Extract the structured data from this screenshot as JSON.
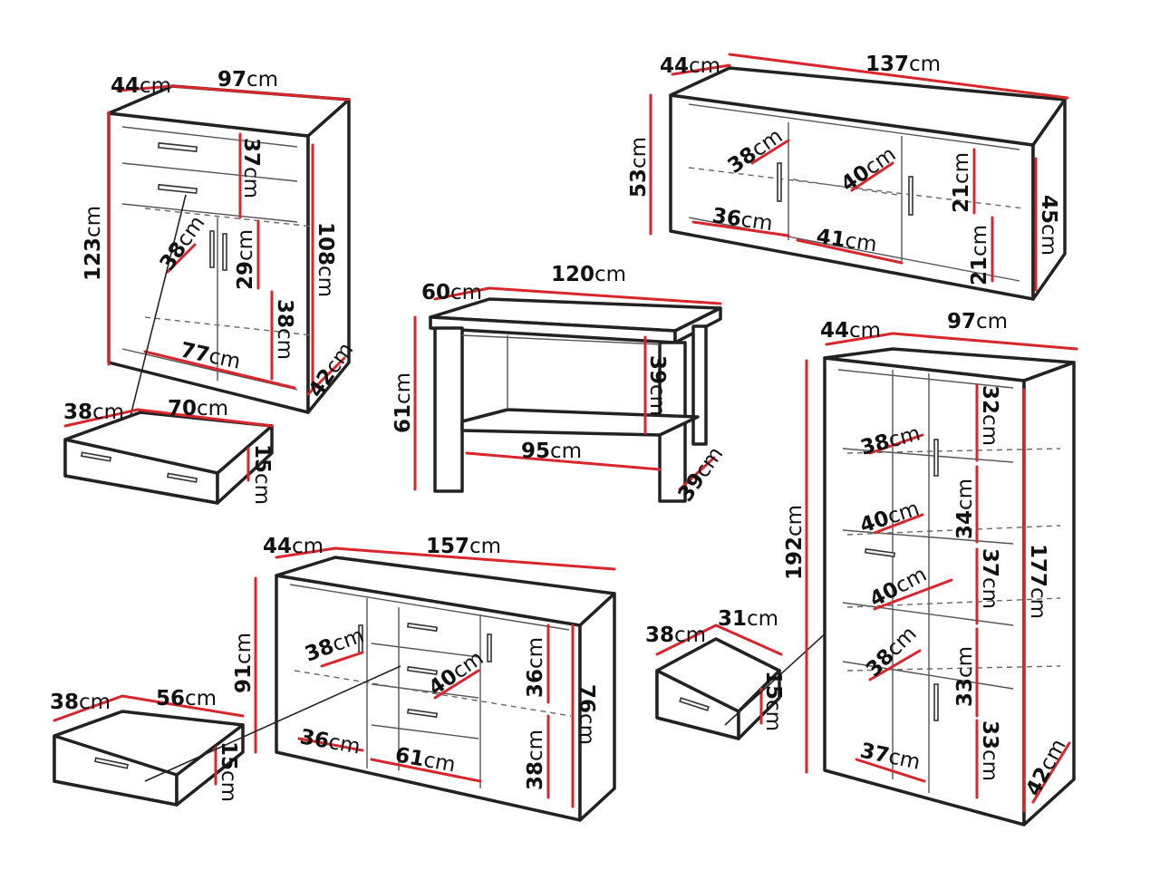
{
  "units": "cm",
  "chest_of_drawers": {
    "depth": "44",
    "width": "97",
    "height": "123",
    "inner_height": "108",
    "drawer_zone_height": "37",
    "door_upper_height": "29",
    "door_lower_height": "38",
    "shelf_depth": "38",
    "inner_width": "77",
    "plinth_depth": "42"
  },
  "drawer_large": {
    "depth": "38",
    "width": "70",
    "height": "15"
  },
  "tv_cabinet": {
    "depth": "44",
    "width": "137",
    "height": "53",
    "inner_height": "45",
    "shelf_depth_left": "38",
    "shelf_depth_center": "40",
    "upper_compartment_height": "21",
    "lower_compartment_height": "21",
    "inner_width_left": "36",
    "inner_width_center": "41"
  },
  "coffee_table": {
    "depth": "60",
    "width": "120",
    "height": "61",
    "clearance": "39",
    "shelf_width": "95",
    "shelf_depth": "39"
  },
  "sideboard": {
    "depth": "44",
    "width": "157",
    "height": "91",
    "inner_height": "76",
    "shelf_depth_left": "38",
    "shelf_depth_center": "40",
    "upper_compartment_height": "36",
    "lower_compartment_height": "38",
    "inner_width_left": "36",
    "inner_width_center": "61"
  },
  "drawer_medium": {
    "depth": "38",
    "width": "56",
    "height": "15"
  },
  "drawer_small": {
    "depth": "38",
    "width": "31",
    "height": "15"
  },
  "bookcase": {
    "depth": "44",
    "width": "97",
    "height": "192",
    "inner_height": "177",
    "shelf_depth_1": "38",
    "shelf_depth_2": "40",
    "shelf_depth_3": "40",
    "shelf_depth_4": "38",
    "compartment_1": "32",
    "compartment_2": "34",
    "compartment_3": "37",
    "compartment_4": "33",
    "compartment_5": "33",
    "inner_width": "37",
    "plinth_depth": "42"
  }
}
